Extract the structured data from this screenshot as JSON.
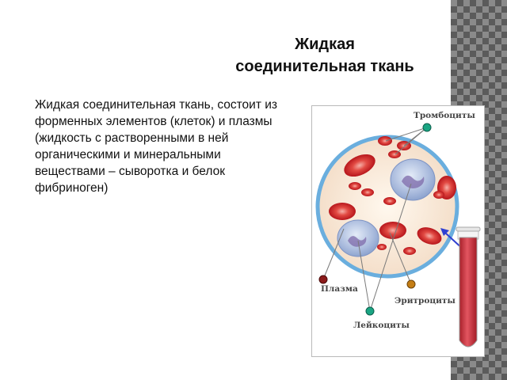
{
  "slide": {
    "title_line1": "Жидкая",
    "title_line2": "соединительная ткань",
    "body": "Жидкая соединительная ткань, состоит из форменных элементов (клеток) и плазмы (жидкость с растворенными в ней органическими и минеральными веществами – сыворотка и белок фибриноген)"
  },
  "figure": {
    "labels": {
      "platelets": "Тромбоциты",
      "plasma": "Плазма",
      "erythrocytes": "Эритроциты",
      "leukocytes": "Лейкоциты"
    },
    "colors": {
      "circle_border": "#6aaede",
      "plasma_fill": "#fbeee0",
      "rbc": "#d8262b",
      "platelet_dot": "#1aa583",
      "plasma_dot": "#8b1a1a",
      "erythro_dot": "#c47d14",
      "tube_blood": "#c8303a",
      "arrow": "#2f3fd1"
    }
  }
}
